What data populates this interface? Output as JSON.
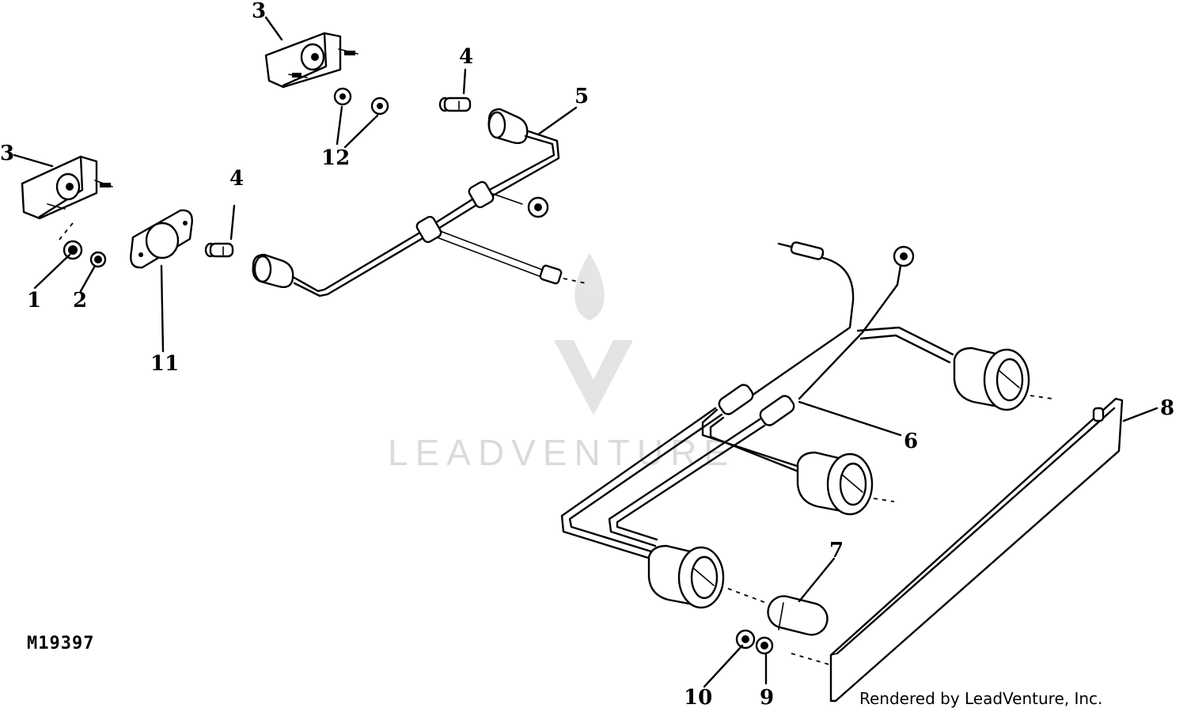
{
  "callouts": {
    "c1": "1",
    "c2": "2",
    "c3a": "3",
    "c3b": "3",
    "c4a": "4",
    "c4b": "4",
    "c5": "5",
    "c6": "6",
    "c7": "7",
    "c8": "8",
    "c9": "9",
    "c10": "10",
    "c11": "11",
    "c12": "12"
  },
  "figure_id": "M19397",
  "credit": "Rendered by LeadVenture, Inc.",
  "watermark": "LEADVENTURE",
  "colors": {
    "ink": "#000000",
    "watermark": "#d8d8d8",
    "background": "#ffffff"
  }
}
